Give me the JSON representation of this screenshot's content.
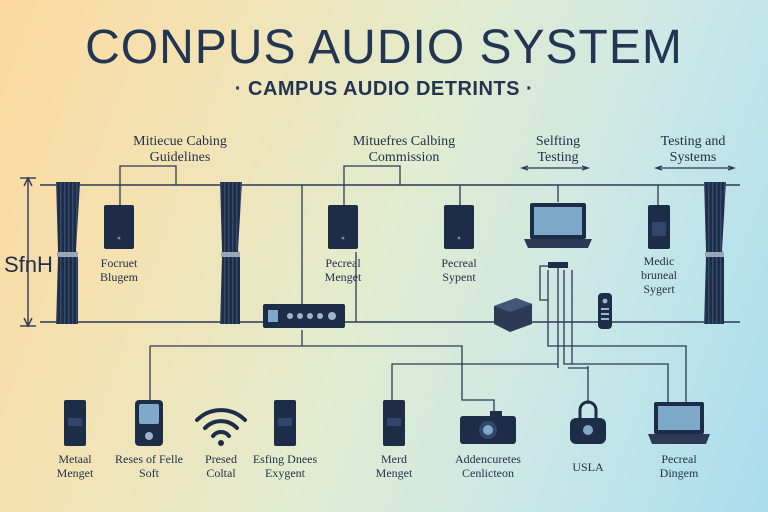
{
  "title": "CONPUS AUDIO SYSTEM",
  "subtitle": "· CAMPUS AUDIO DETRINTS ·",
  "side_label": "SfnH",
  "top_labels": [
    {
      "line1": "Mitiecue Cabing",
      "line2": "Guidelines"
    },
    {
      "line1": "Mituefres Calbing",
      "line2": "Commission"
    },
    {
      "line1": "Selfting",
      "line2": "Testing"
    },
    {
      "line1": "Testing and",
      "line2": "Systems"
    }
  ],
  "mid_labels": [
    {
      "line1": "Focruet",
      "line2": "Blugem"
    },
    {
      "line1": "Pecreal",
      "line2": "Menget"
    },
    {
      "line1": "Pecreal",
      "line2": "Sypent"
    },
    {
      "line1": "Medic",
      "line2": "bruneal",
      "line3": "Sygert"
    }
  ],
  "bottom_labels": [
    {
      "line1": "Metaal",
      "line2": "Menget"
    },
    {
      "line1": "Reses of Felle",
      "line2": "Soft"
    },
    {
      "line1": "Presed",
      "line2": "Coltal"
    },
    {
      "line1": "Esfing Dnees",
      "line2": "Exygent"
    },
    {
      "line1": "Merd",
      "line2": "Menget"
    },
    {
      "line1": "Addencuretes",
      "line2": "Cenlicteon"
    },
    {
      "line1": "USLA",
      "line2": ""
    },
    {
      "line1": "Pecreal",
      "line2": "Dingem"
    }
  ],
  "colors": {
    "line": "#2b3a55",
    "device": "#1e2d47",
    "curtain": "#1f2e48",
    "screen": "#7fa9c9"
  }
}
